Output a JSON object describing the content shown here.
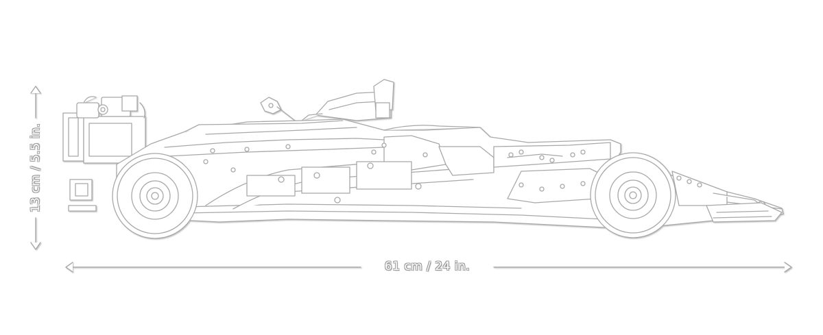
{
  "dimensions": {
    "width_label": "61 cm / 24 in.",
    "height_label": "13 cm / 5.5 in."
  },
  "colors": {
    "background": "#ffffff",
    "line": "#a8a8a8",
    "fill": "#ffffff"
  },
  "illustration": "race-car-side-profile"
}
